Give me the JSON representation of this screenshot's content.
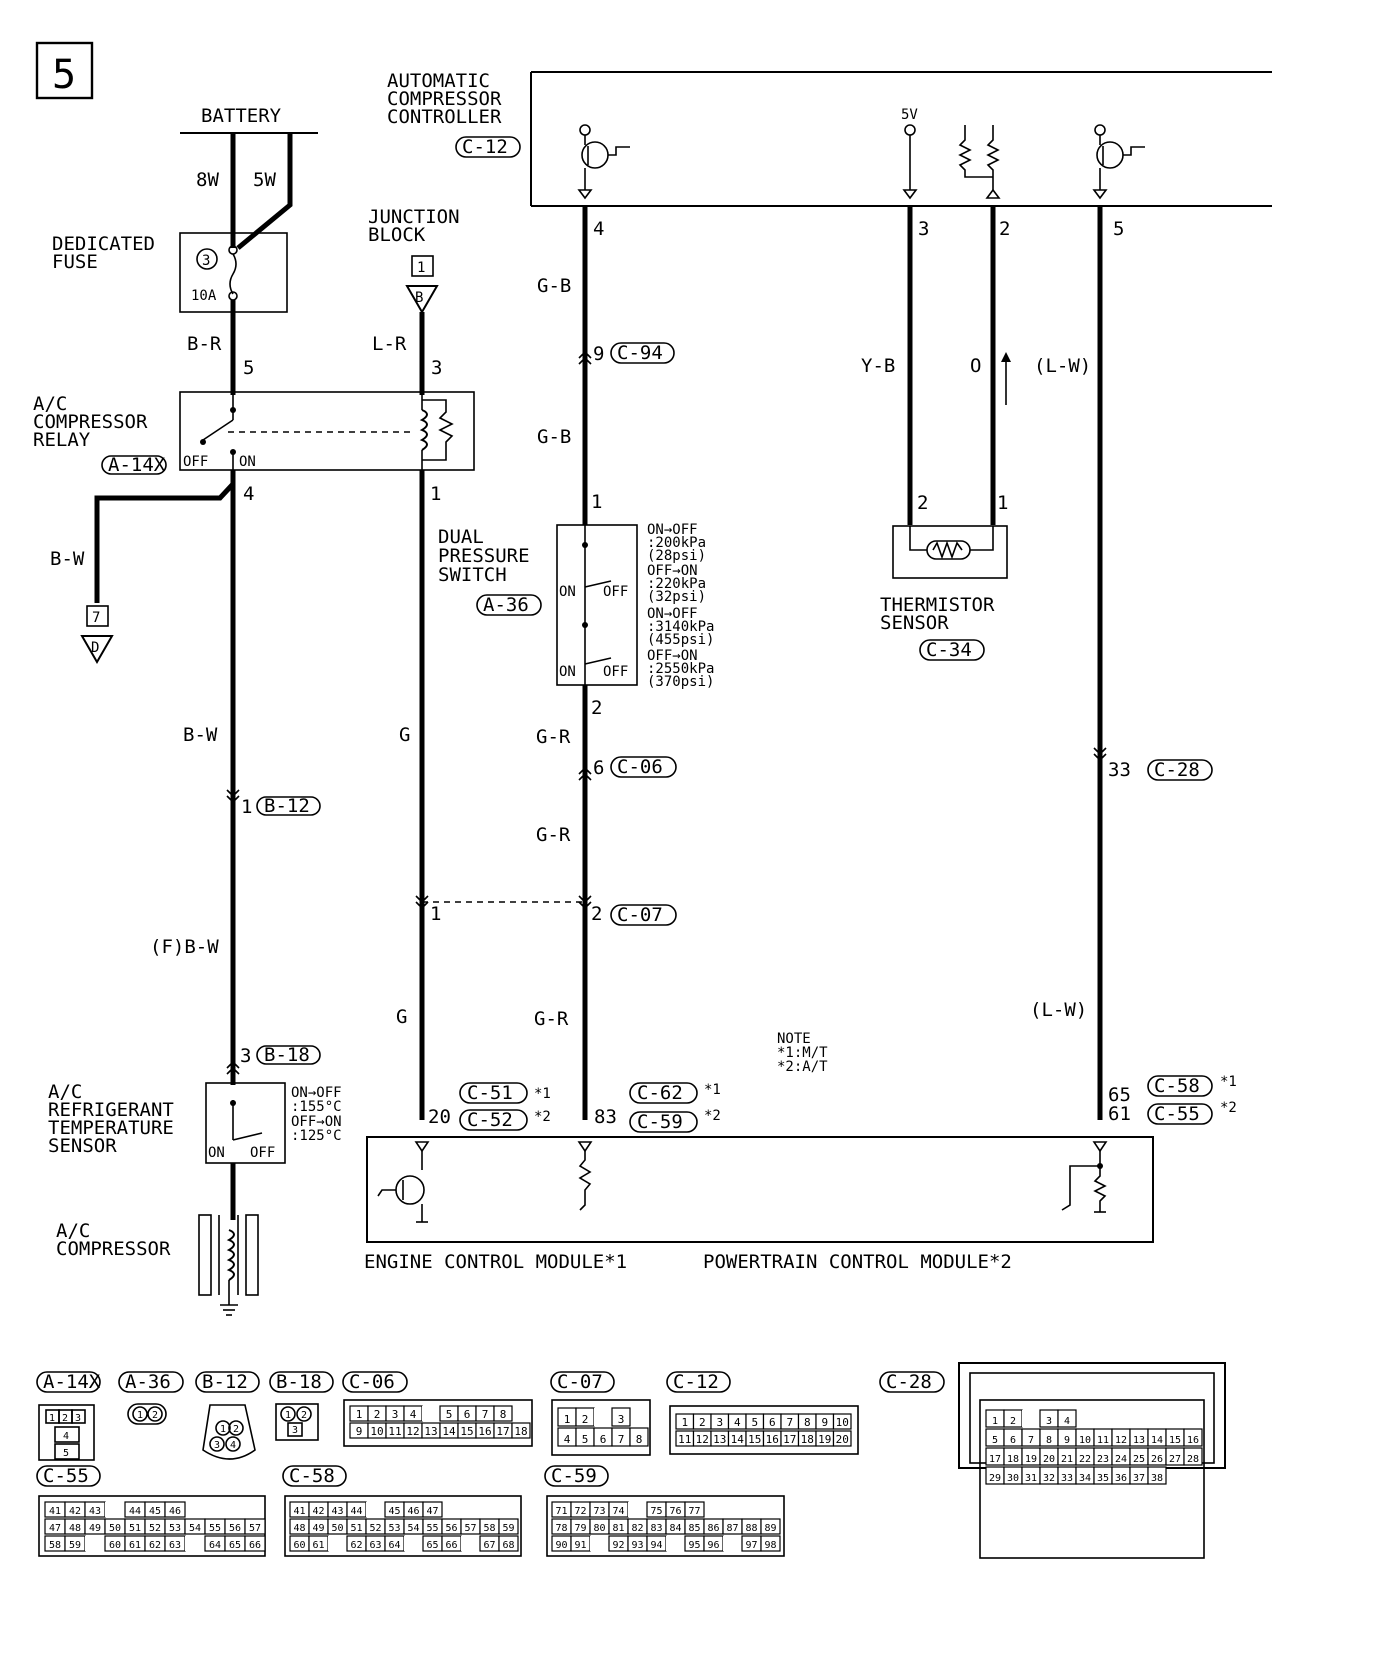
{
  "page_number": "5",
  "power": {
    "battery": "BATTERY",
    "wire_8w": "8W",
    "wire_5w": "5W",
    "fuse_title": [
      "DEDICATED",
      "FUSE"
    ],
    "fuse_number": "3",
    "fuse_rating": "10A"
  },
  "junction": {
    "title": [
      "JUNCTION",
      "BLOCK"
    ],
    "number": "1",
    "letter": "B"
  },
  "relay": {
    "title": [
      "A/C",
      "COMPRESSOR",
      "RELAY"
    ],
    "connector": "A-14X",
    "off": "OFF",
    "on": "ON"
  },
  "controller": {
    "title": [
      "AUTOMATIC",
      "COMPRESSOR",
      "CONTROLLER"
    ],
    "connector": "C-12",
    "five_v": "5V"
  },
  "wires": {
    "br": "B-R",
    "lr": "L-R",
    "bw": "B-W",
    "gb": "G-B",
    "g": "G",
    "gr": "G-R",
    "yb": "Y-B",
    "o": "O",
    "lw": "(L-W)",
    "fbw": "(F)B-W"
  },
  "ground_box": "7",
  "ground_letter": "D",
  "pins": {
    "p5": "5",
    "p3": "3",
    "p4": "4",
    "p1": "1",
    "p2": "2",
    "p9": "9",
    "p6": "6",
    "p33": "33",
    "p20": "20",
    "p83": "83",
    "p65": "65",
    "p61": "61"
  },
  "connectors": {
    "c94": "C-94",
    "c06": "C-06",
    "c07": "C-07",
    "b12": "B-12",
    "b18": "B-18",
    "c28": "C-28",
    "c51": "C-51",
    "c52": "C-52",
    "c62": "C-62",
    "c59": "C-59",
    "c58": "C-58",
    "c55": "C-55"
  },
  "notes_mark": {
    "n1": "*1",
    "n2": "*2"
  },
  "dual_switch": {
    "title": [
      "DUAL",
      "PRESSURE",
      "SWITCH"
    ],
    "connector": "A-36",
    "on": "ON",
    "off": "OFF",
    "spec": [
      "ON→OFF",
      ":200kPa",
      "(28psi)",
      "OFF→ON",
      ":220kPa",
      "(32psi)",
      "ON→OFF",
      ":3140kPa",
      "(455psi)",
      "OFF→ON",
      ":2550kPa",
      "(370psi)"
    ]
  },
  "thermistor": {
    "title": [
      "THERMISTOR",
      "SENSOR"
    ],
    "connector": "C-34"
  },
  "refrig_sensor": {
    "title": [
      "A/C",
      "REFRIGERANT",
      "TEMPERATURE",
      "SENSOR"
    ],
    "spec": [
      "ON→OFF",
      ":155°C",
      "OFF→ON",
      ":125°C"
    ],
    "on": "ON",
    "off": "OFF"
  },
  "compressor": {
    "title": [
      "A/C",
      "COMPRESSOR"
    ]
  },
  "note": {
    "title": "NOTE",
    "lines": [
      "*1:M/T",
      "*2:A/T"
    ]
  },
  "module": {
    "ecm": "ENGINE CONTROL MODULE*1",
    "pcm": "POWERTRAIN CONTROL MODULE*2"
  },
  "legend": {
    "a14x": {
      "label": "A-14X",
      "cells": [
        "1",
        "2",
        "3",
        "4",
        "5"
      ]
    },
    "a36": {
      "label": "A-36",
      "cells": [
        "1",
        "2"
      ]
    },
    "b12": {
      "label": "B-12",
      "cells": [
        "1",
        "2",
        "3",
        "4"
      ]
    },
    "b18": {
      "label": "B-18",
      "cells": [
        "1",
        "2",
        "3"
      ]
    },
    "c06": {
      "label": "C-06",
      "row1": [
        "1",
        "2",
        "3",
        "4",
        "",
        "5",
        "6",
        "7",
        "8"
      ],
      "row2": [
        "9",
        "10",
        "11",
        "12",
        "13",
        "14",
        "15",
        "16",
        "17",
        "18"
      ]
    },
    "c07": {
      "label": "C-07",
      "row1": [
        "1",
        "2",
        "",
        "3"
      ],
      "row2": [
        "4",
        "5",
        "6",
        "7",
        "8"
      ]
    },
    "c12": {
      "label": "C-12",
      "row1": [
        "1",
        "2",
        "3",
        "4",
        "5",
        "6",
        "7",
        "8",
        "9",
        "10"
      ],
      "row2": [
        "11",
        "12",
        "13",
        "14",
        "15",
        "16",
        "17",
        "18",
        "19",
        "20"
      ]
    },
    "c28": {
      "label": "C-28",
      "row1": [
        "1",
        "2",
        "",
        "3",
        "4"
      ],
      "row2": [
        "5",
        "6",
        "7",
        "8",
        "9",
        "10",
        "11",
        "12",
        "13",
        "14",
        "15",
        "16"
      ],
      "row3": [
        "17",
        "18",
        "19",
        "20",
        "21",
        "22",
        "23",
        "24",
        "25",
        "26",
        "27",
        "28"
      ],
      "row4": [
        "29",
        "30",
        "31",
        "32",
        "33",
        "34",
        "35",
        "36",
        "37",
        "38"
      ]
    },
    "c55": {
      "label": "C-55",
      "row1": [
        "41",
        "42",
        "43",
        "",
        "44",
        "45",
        "46"
      ],
      "row2": [
        "47",
        "48",
        "49",
        "50",
        "51",
        "52",
        "53",
        "54",
        "55",
        "56",
        "57"
      ],
      "row3": [
        "58",
        "59",
        "",
        "60",
        "61",
        "62",
        "63",
        "",
        "64",
        "65",
        "66"
      ]
    },
    "c58": {
      "label": "C-58",
      "row1": [
        "41",
        "42",
        "43",
        "44",
        "",
        "45",
        "46",
        "47"
      ],
      "row2": [
        "48",
        "49",
        "50",
        "51",
        "52",
        "53",
        "54",
        "55",
        "56",
        "57",
        "58",
        "59"
      ],
      "row3": [
        "60",
        "61",
        "",
        "62",
        "63",
        "64",
        "",
        "65",
        "66",
        "",
        "67",
        "68"
      ]
    },
    "c59": {
      "label": "C-59",
      "row1": [
        "71",
        "72",
        "73",
        "74",
        "",
        "75",
        "76",
        "77"
      ],
      "row2": [
        "78",
        "79",
        "80",
        "81",
        "82",
        "83",
        "84",
        "85",
        "86",
        "87",
        "88",
        "89"
      ],
      "row3": [
        "90",
        "91",
        "",
        "92",
        "93",
        "94",
        "",
        "95",
        "96",
        "",
        "97",
        "98"
      ]
    }
  }
}
